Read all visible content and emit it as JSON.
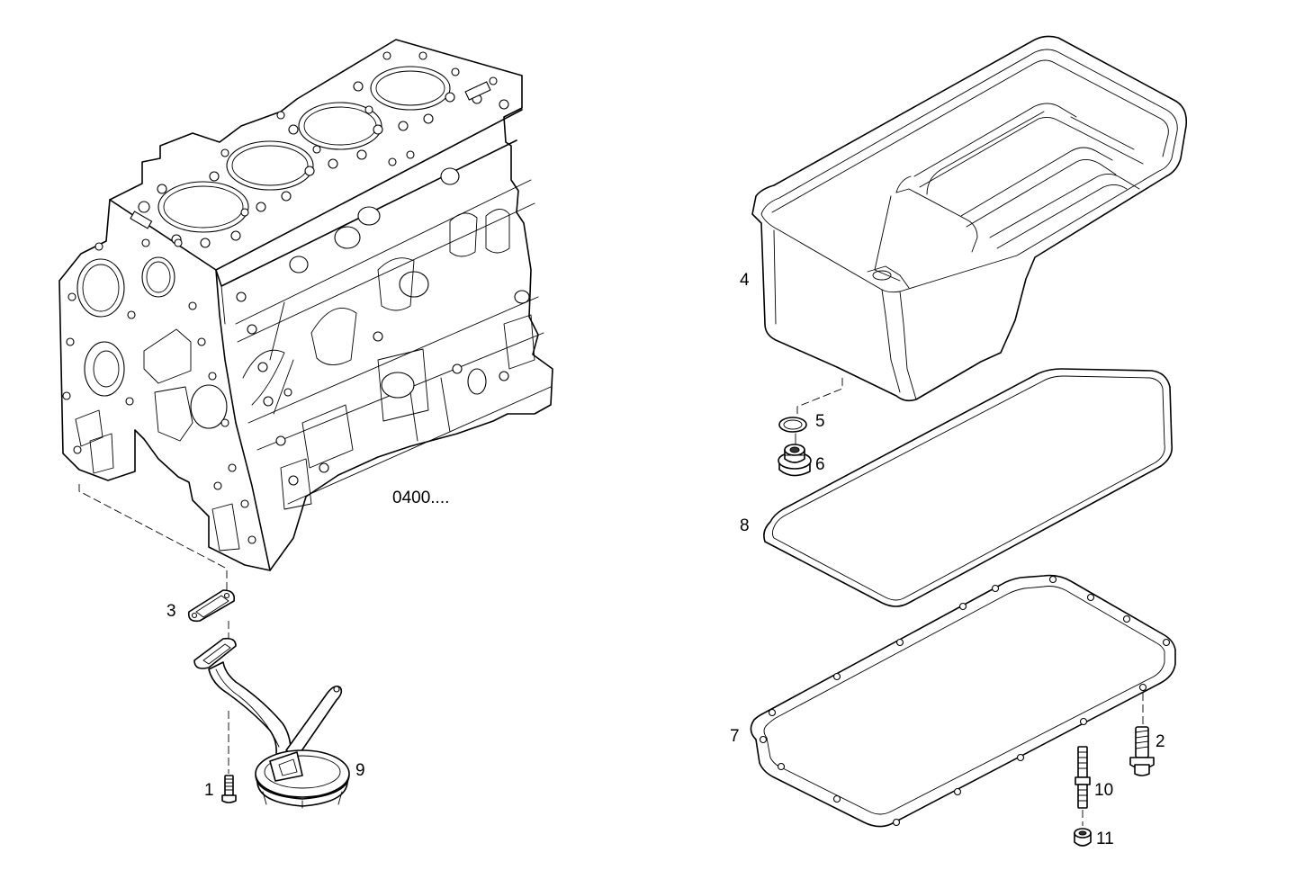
{
  "assembly_reference": "0400....",
  "callouts": {
    "c1": "1",
    "c2": "2",
    "c3": "3",
    "c4": "4",
    "c5": "5",
    "c6": "6",
    "c7": "7",
    "c8": "8",
    "c9": "9",
    "c10": "10",
    "c11": "11"
  },
  "parts": [
    {
      "callout": "1",
      "icon": "screw-icon"
    },
    {
      "callout": "2",
      "icon": "flanged-bolt-icon"
    },
    {
      "callout": "3",
      "icon": "gasket-icon"
    },
    {
      "callout": "4",
      "icon": "oil-sump-icon"
    },
    {
      "callout": "5",
      "icon": "seal-ring-icon"
    },
    {
      "callout": "6",
      "icon": "drain-plug-icon"
    },
    {
      "callout": "7",
      "icon": "sump-frame-icon"
    },
    {
      "callout": "8",
      "icon": "sump-gasket-icon"
    },
    {
      "callout": "9",
      "icon": "oil-suction-pipe-icon"
    },
    {
      "callout": "10",
      "icon": "stud-icon"
    },
    {
      "callout": "11",
      "icon": "nut-icon"
    }
  ]
}
